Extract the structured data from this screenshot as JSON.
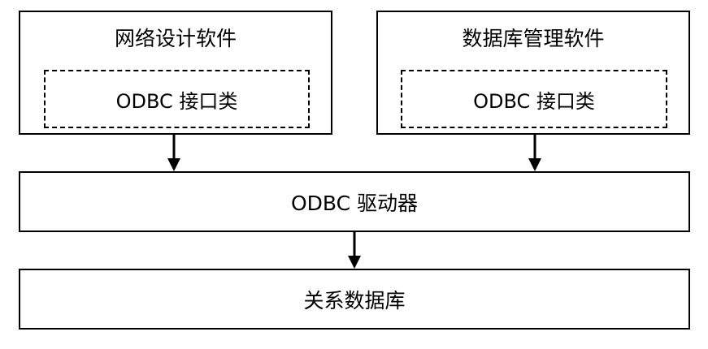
{
  "left_box": {
    "title": "网络设计软件",
    "inner_label": "ODBC 接口类"
  },
  "right_box": {
    "title": "数据库管理软件",
    "inner_label": "ODBC 接口类"
  },
  "driver_box": {
    "label": "ODBC 驱动器"
  },
  "database_box": {
    "label": "关系数据库"
  },
  "colors": {
    "stroke": "#000000",
    "background": "#ffffff"
  }
}
